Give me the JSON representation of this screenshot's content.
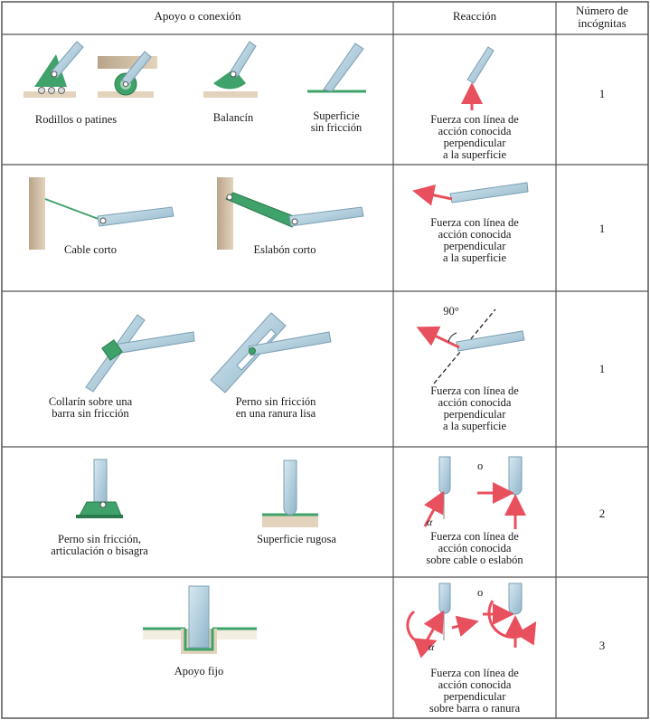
{
  "headers": {
    "support": "Apoyo o conexión",
    "reaction": "Reacción",
    "unknowns_line1": "Número de",
    "unknowns_line2": "incógnitas"
  },
  "rows": [
    {
      "supports": [
        {
          "line1": "Rodillos o patines",
          "line2": ""
        },
        {
          "line1": "Balancín",
          "line2": ""
        },
        {
          "line1": "Superficie",
          "line2": "sin fricción"
        }
      ],
      "reaction": {
        "line1": "Fuerza con línea de",
        "line2": "acción conocida",
        "line3": "perpendicular",
        "line4": "a la superficie"
      },
      "unknowns": "1"
    },
    {
      "supports": [
        {
          "line1": "Cable corto",
          "line2": ""
        },
        {
          "line1": "Eslabón corto",
          "line2": ""
        }
      ],
      "reaction": {
        "line1": "Fuerza con línea de",
        "line2": "acción conocida",
        "line3": "perpendicular",
        "line4": "a la superficie"
      },
      "unknowns": "1"
    },
    {
      "supports": [
        {
          "line1": "Collarín sobre una",
          "line2": "barra sin fricción"
        },
        {
          "line1": "Perno sin fricción",
          "line2": "en una ranura lisa"
        }
      ],
      "reaction": {
        "line1": "Fuerza con línea de",
        "line2": "acción conocida",
        "line3": "perpendicular",
        "line4": "a la superficie"
      },
      "angle_label": "90°",
      "unknowns": "1"
    },
    {
      "supports": [
        {
          "line1": "Perno sin fricción,",
          "line2": "articulación o bisagra"
        },
        {
          "line1": "Superficie rugosa",
          "line2": ""
        }
      ],
      "reaction": {
        "line1": "Fuerza con línea de",
        "line2": "acción conocida",
        "line3": "sobre cable o eslabón",
        "line4": ""
      },
      "or_word": "o",
      "alpha": "α",
      "unknowns": "2"
    },
    {
      "supports": [
        {
          "line1": "Apoyo fijo",
          "line2": ""
        }
      ],
      "reaction": {
        "line1": "Fuerza con línea de",
        "line2": "acción conocida",
        "line3": "perpendicular",
        "line4": "sobre barra o ranura"
      },
      "or_word": "o",
      "alpha": "α",
      "unknowns": "3"
    }
  ],
  "colors": {
    "green": "#3fa26a",
    "steel": "#9fc3d6",
    "force": "#e8505e",
    "grid": "#555555"
  }
}
